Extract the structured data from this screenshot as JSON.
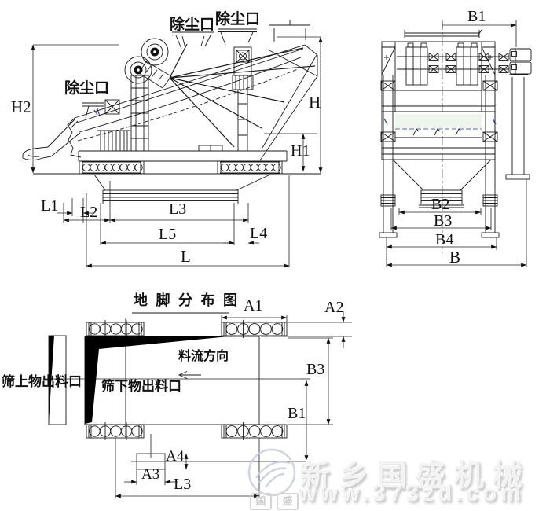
{
  "labels": {
    "side": {
      "h2": "H2",
      "h": "H",
      "h1": "H1",
      "l1": "L1",
      "l2": "L2",
      "l3": "L3",
      "l4": "L4",
      "l5": "L5",
      "l": "L",
      "dust_top_left": "除尘口",
      "dust_top_right": "除尘口",
      "dust_left": "除尘口"
    },
    "end": {
      "b1": "B1",
      "b2": "B2",
      "b3": "B3",
      "b4": "B4",
      "b": "B"
    },
    "plan": {
      "title": "地 脚 分 布 图",
      "a1": "A1",
      "a2": "A2",
      "a3": "A3",
      "a4": "A4",
      "b1": "B1",
      "b3": "B3",
      "l3": "L3",
      "flow": "料流方向",
      "oversize_outlet": "筛上物出料口",
      "undersize_outlet": "筛下物出料口"
    },
    "watermark": {
      "company": "新乡国盛机械",
      "website": "www.373zd.com",
      "seal_left": "国",
      "seal_right": "盛"
    }
  },
  "colors": {
    "line": "#1a1a1a",
    "dim_line": "#222222",
    "blue_accent": "#3a5bbf",
    "screen_tint": "#eef5ec",
    "watermark_gray": "#c9cfdc"
  }
}
